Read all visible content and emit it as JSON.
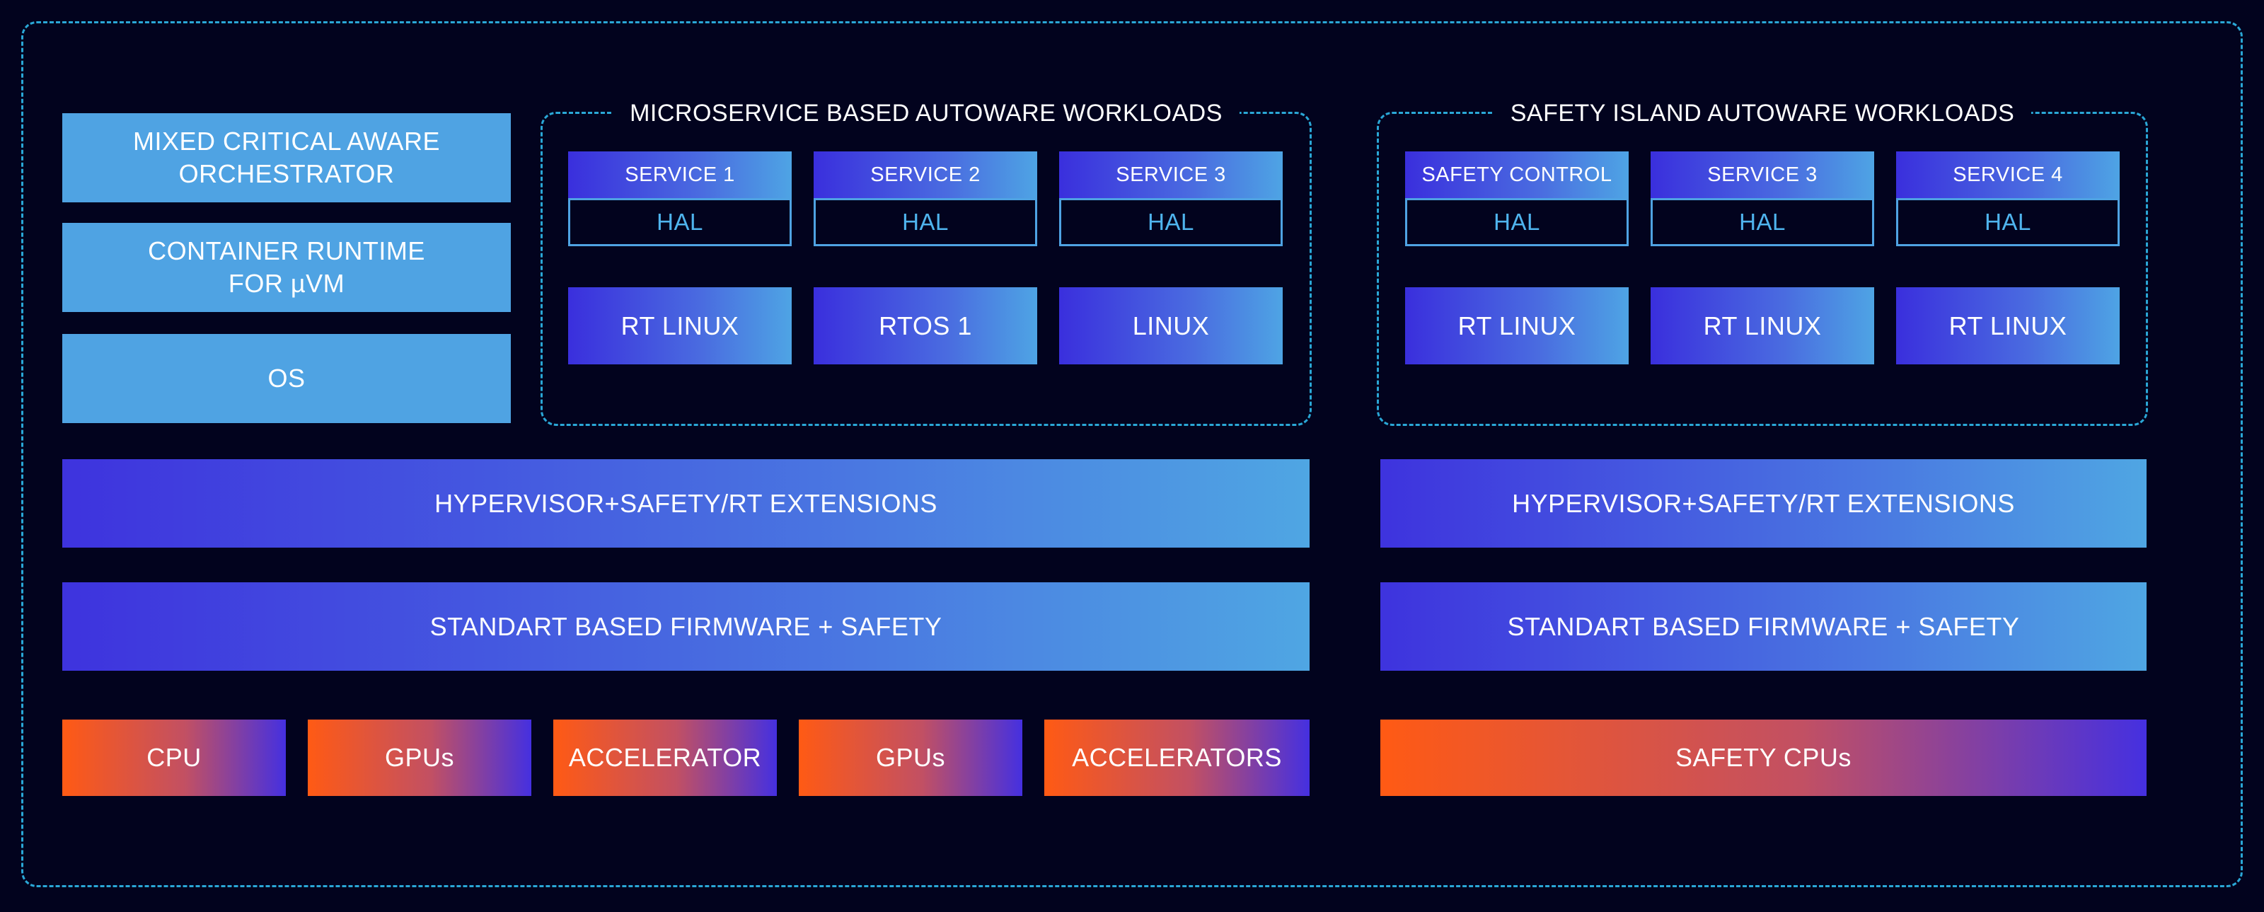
{
  "left_stack": {
    "orchestrator": "MIXED CRITICAL AWARE\nORCHESTRATOR",
    "container_runtime": "CONTAINER RUNTIME\nFOR µVM",
    "os": "OS"
  },
  "microservice_group": {
    "title": "MICROSERVICE BASED AUTOWARE WORKLOADS",
    "services": [
      {
        "name": "SERVICE 1",
        "hal": "HAL",
        "os": "RT LINUX"
      },
      {
        "name": "SERVICE 2",
        "hal": "HAL",
        "os": "RTOS 1"
      },
      {
        "name": "SERVICE 3",
        "hal": "HAL",
        "os": "LINUX"
      }
    ]
  },
  "safety_group": {
    "title": "SAFETY ISLAND AUTOWARE WORKLOADS",
    "services": [
      {
        "name": "SAFETY CONTROL",
        "hal": "HAL",
        "os": "RT LINUX"
      },
      {
        "name": "SERVICE 3",
        "hal": "HAL",
        "os": "RT LINUX"
      },
      {
        "name": "SERVICE 4",
        "hal": "HAL",
        "os": "RT LINUX"
      }
    ]
  },
  "left_hypervisor": "HYPERVISOR+SAFETY/RT EXTENSIONS",
  "right_hypervisor": "HYPERVISOR+SAFETY/RT EXTENSIONS",
  "left_firmware": "STANDART BASED FIRMWARE + SAFETY",
  "right_firmware": "STANDART BASED FIRMWARE + SAFETY",
  "hardware_left": [
    "CPU",
    "GPUs",
    "ACCELERATOR",
    "GPUs",
    "ACCELERATORS"
  ],
  "hardware_right": "SAFETY CPUs",
  "colors": {
    "background": "#02031e",
    "dashed_border": "#2aa7d6",
    "solid_blue": "#4fa3e3",
    "gradient_blue_start": "#3a2fdd",
    "gradient_blue_end": "#4ea4e4",
    "gradient_orange_start": "#ff5a14",
    "gradient_orange_end": "#4530e0",
    "hal_text": "#4fb4ee"
  }
}
